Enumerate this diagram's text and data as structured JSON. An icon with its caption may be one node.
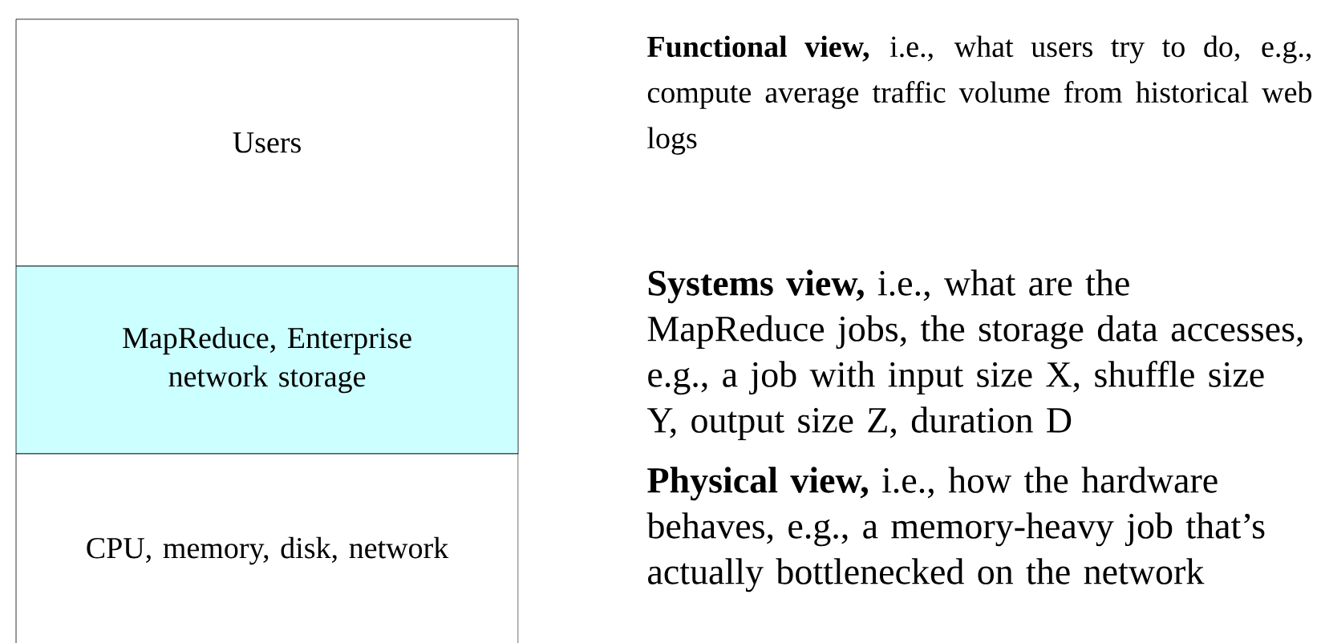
{
  "diagram": {
    "nodes": [
      {
        "text": [
          "Users"
        ]
      },
      {
        "text": [
          "MapReduce, Enterprise network storage"
        ]
      },
      {
        "text": [
          "CPU, memory, disk, network"
        ]
      }
    ],
    "labels": [
      "**Functional view,** i.e., what users try to do, e.g., compute average traffic volume from historical web logs",
      "**Systems view,** i.e., what are the MapReduce jobs, the storage data accesses, e.g., a job with input size X, shuffle size Y, output size Z, duration D",
      "**Physical view,** i.e., how the hardware behaves, e.g., a memory-heavy job that’s actually bottlenecked on the network"
    ]
  }
}
